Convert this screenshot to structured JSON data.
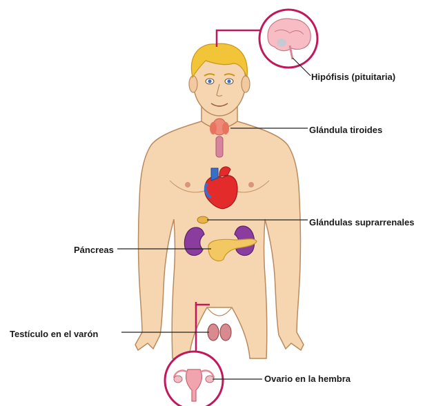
{
  "labels": {
    "pituitary": "Hipófisis (pituitaria)",
    "thyroid": "Glándula tiroides",
    "adrenal": "Glándulas suprarrenales",
    "pancreas": "Páncreas",
    "testis": "Testículo en el varón",
    "ovary": "Ovario en la hembra"
  },
  "colors": {
    "skin": "#f6d6b0",
    "skin_outline": "#b98a5e",
    "hair": "#f2c438",
    "callout": "#c2185b",
    "heart": "#e32b2b",
    "vessels": "#3a6fc9",
    "kidney": "#8a3d9e",
    "pancreas": "#f3c862",
    "thyroid": "#f08a78"
  }
}
